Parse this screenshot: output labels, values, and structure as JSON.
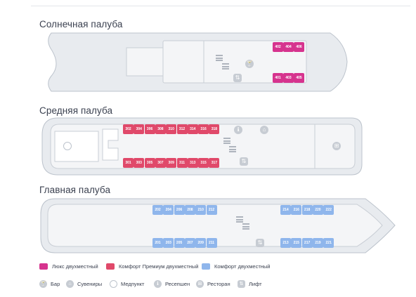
{
  "decks": {
    "sun": {
      "title": "Солнечная палуба",
      "cabins_top": [
        "402",
        "404",
        "406"
      ],
      "cabins_bottom": [
        "401",
        "403",
        "405"
      ]
    },
    "middle": {
      "title": "Средняя палуба",
      "cabins_top": [
        "302",
        "304",
        "306",
        "308",
        "310",
        "312",
        "314",
        "316",
        "318"
      ],
      "cabins_bottom": [
        "301",
        "303",
        "305",
        "307",
        "309",
        "311",
        "313",
        "315",
        "317"
      ]
    },
    "main": {
      "title": "Главная палуба",
      "cabins_top_left": [
        "202",
        "204",
        "206",
        "208",
        "210",
        "212"
      ],
      "cabins_top_right": [
        "214",
        "216",
        "218",
        "220",
        "222"
      ],
      "cabins_bottom_left": [
        "201",
        "203",
        "205",
        "207",
        "209",
        "211"
      ],
      "cabins_bottom_right": [
        "213",
        "215",
        "217",
        "219",
        "221"
      ]
    }
  },
  "legend": {
    "lux": "Люкс двухместный",
    "premium": "Комфорт Премиум двухместный",
    "comfort": "Комфорт двухместный",
    "bar": "Бар",
    "souvenirs": "Сувениры",
    "medical": "Медпункт",
    "reception": "Ресепшен",
    "restaurant": "Ресторан",
    "lift": "Лифт"
  },
  "colors": {
    "lux": "#d6338e",
    "premium": "#e0496a",
    "comfort": "#8fb6ec"
  },
  "icons": {
    "bar": "cocktail-glass",
    "souvenirs": "gift",
    "medical": "first-aid",
    "reception": "bell",
    "restaurant": "restaurant",
    "lift": "elevator"
  }
}
